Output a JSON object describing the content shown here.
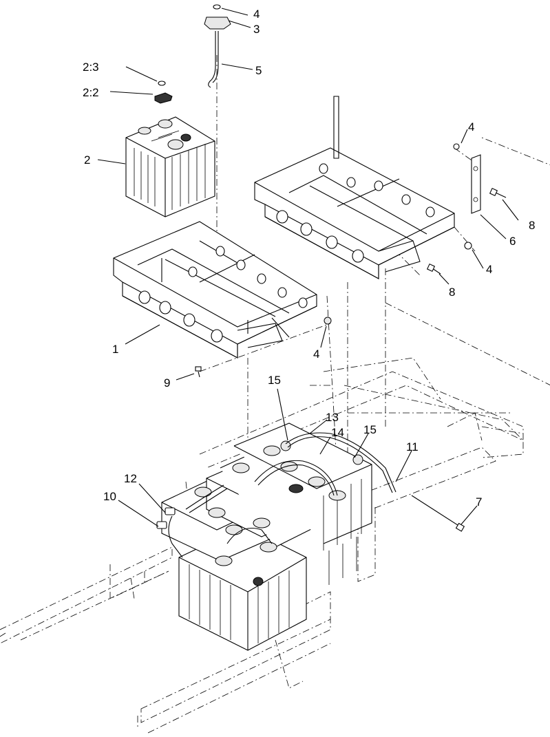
{
  "diagram": {
    "callouts": [
      {
        "id": "c-4-top",
        "text": "4"
      },
      {
        "id": "c-3",
        "text": "3"
      },
      {
        "id": "c-5",
        "text": "5"
      },
      {
        "id": "c-2-3",
        "text": "2:3"
      },
      {
        "id": "c-2-2",
        "text": "2:2"
      },
      {
        "id": "c-2",
        "text": "2"
      },
      {
        "id": "c-4-right-top",
        "text": "4"
      },
      {
        "id": "c-8-top",
        "text": "8"
      },
      {
        "id": "c-6",
        "text": "6"
      },
      {
        "id": "c-4-right-mid",
        "text": "4"
      },
      {
        "id": "c-8-mid",
        "text": "8"
      },
      {
        "id": "c-1",
        "text": "1"
      },
      {
        "id": "c-4-mid",
        "text": "4"
      },
      {
        "id": "c-9",
        "text": "9"
      },
      {
        "id": "c-15-left",
        "text": "15"
      },
      {
        "id": "c-13",
        "text": "13"
      },
      {
        "id": "c-14",
        "text": "14"
      },
      {
        "id": "c-15-right",
        "text": "15"
      },
      {
        "id": "c-11",
        "text": "11"
      },
      {
        "id": "c-12",
        "text": "12"
      },
      {
        "id": "c-10",
        "text": "10"
      },
      {
        "id": "c-7",
        "text": "7"
      }
    ]
  }
}
